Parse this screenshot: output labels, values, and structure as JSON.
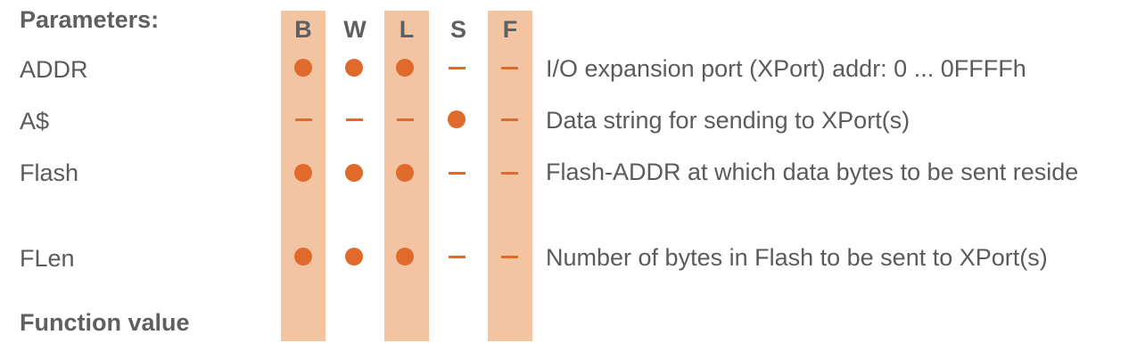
{
  "colors": {
    "band": "#f2c4a2",
    "marker": "#e06a2c",
    "text": "#5b5b5b"
  },
  "parameters_heading": "Parameters:",
  "function_value_heading": "Function value",
  "columns": [
    "B",
    "W",
    "L",
    "S",
    "F"
  ],
  "rows": [
    {
      "name": "ADDR",
      "marks": [
        "dot",
        "dot",
        "dot",
        "dash",
        "dash"
      ],
      "description": "I/O expansion port (XPort) addr: 0 ... 0FFFFh"
    },
    {
      "name": "A$",
      "marks": [
        "dash",
        "dash",
        "dash",
        "dot",
        "dash"
      ],
      "description": "Data string for sending to XPort(s)"
    },
    {
      "name": "Flash",
      "marks": [
        "dot",
        "dot",
        "dot",
        "dash",
        "dash"
      ],
      "description": "Flash-ADDR at which data bytes to be sent reside"
    },
    {
      "name": "FLen",
      "marks": [
        "dot",
        "dot",
        "dot",
        "dash",
        "dash"
      ],
      "description": "Number of bytes in Flash to be sent to XPort(s)"
    }
  ]
}
